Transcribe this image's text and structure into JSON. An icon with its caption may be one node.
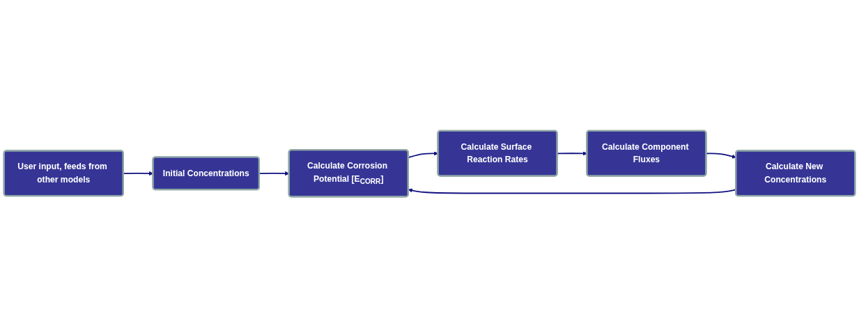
{
  "diagram": {
    "nodes": [
      {
        "text": [
          "User input, feeds from other models"
        ]
      },
      {
        "text": [
          "Initial Concentrations"
        ]
      },
      {
        "text": [
          "Calculate Corrosion Potential [E$_{CORR}$]"
        ]
      },
      {
        "text": [
          "Calculate New Concentrations"
        ]
      },
      {
        "text": [
          "Calculate Component Fluxes"
        ]
      },
      {
        "text": [
          "Calculate Surface Reaction Rates"
        ]
      }
    ],
    "edges": [
      {
        "from": 0,
        "to": 1,
        "arrow": "to"
      },
      {
        "from": 1,
        "to": 2,
        "arrow": "to"
      },
      {
        "from": 2,
        "to": 5,
        "arrow": "to"
      },
      {
        "from": 5,
        "to": 4,
        "arrow": "to"
      },
      {
        "from": 4,
        "to": 3,
        "arrow": "to"
      },
      {
        "from": 3,
        "to": 2,
        "arrow": "to"
      }
    ]
  }
}
